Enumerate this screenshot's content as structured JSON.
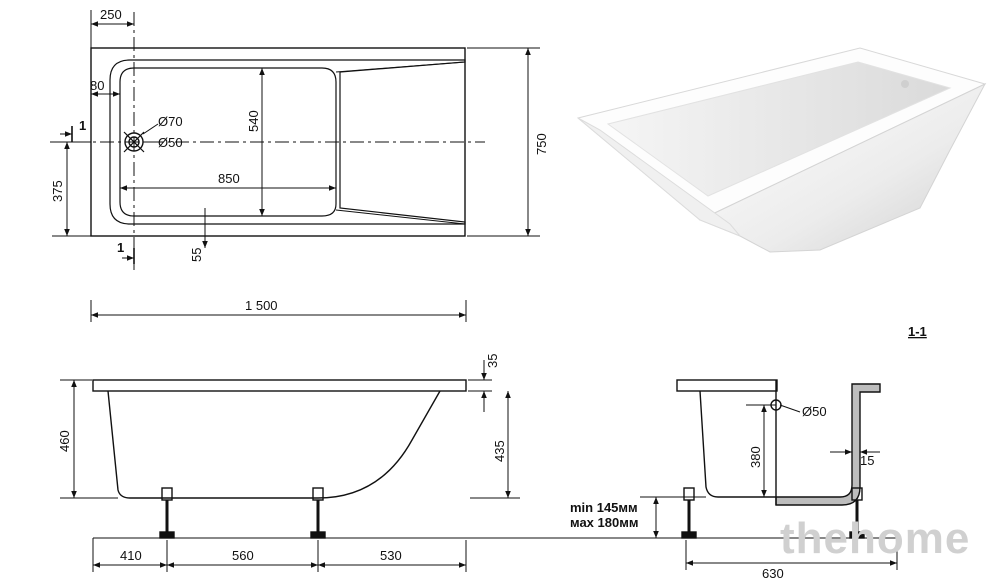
{
  "plan": {
    "dim_top": "250",
    "dim_left_offset": "80",
    "dim_drain_outer": "Ø70",
    "dim_drain_inner": "Ø50",
    "dim_inner_width": "540",
    "dim_inner_length": "850",
    "dim_half_width": "375",
    "dim_bottom_rim": "55",
    "dim_width": "750",
    "section_mark": "1"
  },
  "overall": {
    "dim_length": "1 500"
  },
  "side": {
    "dim_rim": "35",
    "dim_height": "460",
    "dim_inner_height": "435",
    "dim_leg_1": "410",
    "dim_leg_2": "560",
    "dim_leg_3": "530"
  },
  "section": {
    "title": "1-1",
    "dim_drain": "Ø50",
    "dim_depth": "380",
    "dim_wall": "15",
    "leg_min": "min 145мм",
    "leg_max": "мах 180мм",
    "dim_width": "630"
  },
  "watermark": "thehome"
}
